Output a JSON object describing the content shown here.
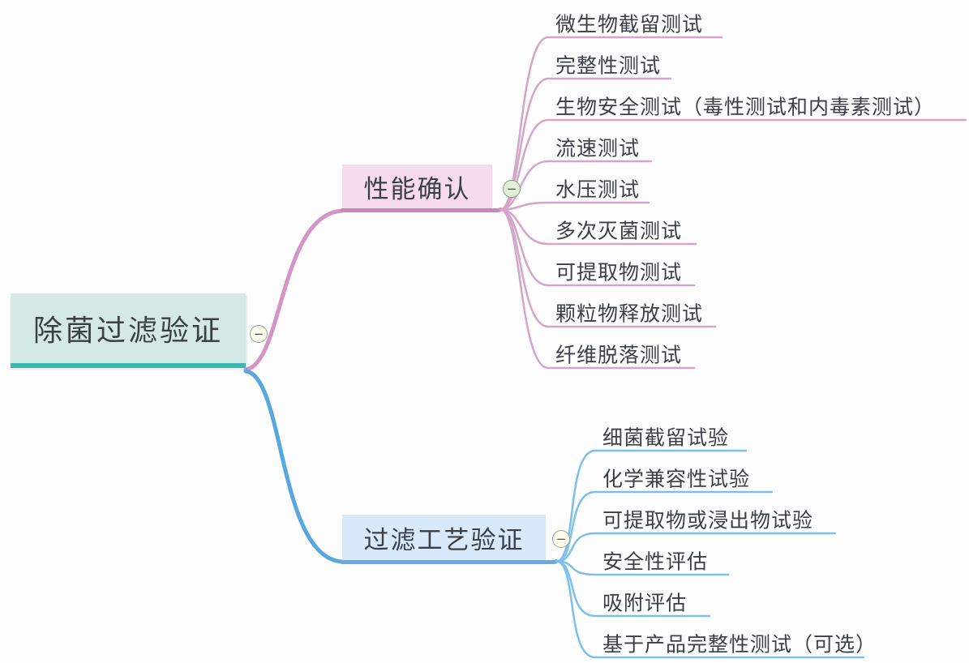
{
  "mindmap": {
    "root": {
      "label": "除菌过滤验证"
    },
    "branches": [
      {
        "id": "performance-qualification",
        "label": "性能确认",
        "children": [
          "微生物截留测试",
          "完整性测试",
          "生物安全测试（毒性测试和内毒素测试）",
          "流速测试",
          "水压测试",
          "多次灭菌测试",
          "可提取物测试",
          "颗粒物释放测试",
          "纤维脱落测试"
        ]
      },
      {
        "id": "filtration-process-validation",
        "label": "过滤工艺验证",
        "children": [
          "细菌截留试验",
          "化学兼容性试验",
          "可提取物或浸出物试验",
          "安全性评估",
          "吸附评估",
          "基于产品完整性测试（可选）"
        ]
      }
    ]
  },
  "icons": {
    "collapse_glyph": "−",
    "collapse_name": "minus-circle-icon"
  },
  "colors": {
    "text": "#3b4046",
    "root_fill": "#d4e9e5",
    "root_line": "#3cb7b0",
    "branch1_fill": "#f5dbeb",
    "branch1_line": "#c588b8",
    "branch1_curve": "#d295c6",
    "branch1_leaf_line": "#d3a5c9",
    "branch2_fill": "#d8e9fa",
    "branch2_line": "#65aae3",
    "branch2_curve": "#58a8de",
    "branch2_leaf_line": "#7ec0ea",
    "btn_green_fill": "#e2f0da",
    "btn_green_border": "#7f9c80",
    "btn_ivory_fill": "#fbfaec",
    "btn_ivory_border": "#96a396",
    "btn_glyph": "#4d5351"
  }
}
